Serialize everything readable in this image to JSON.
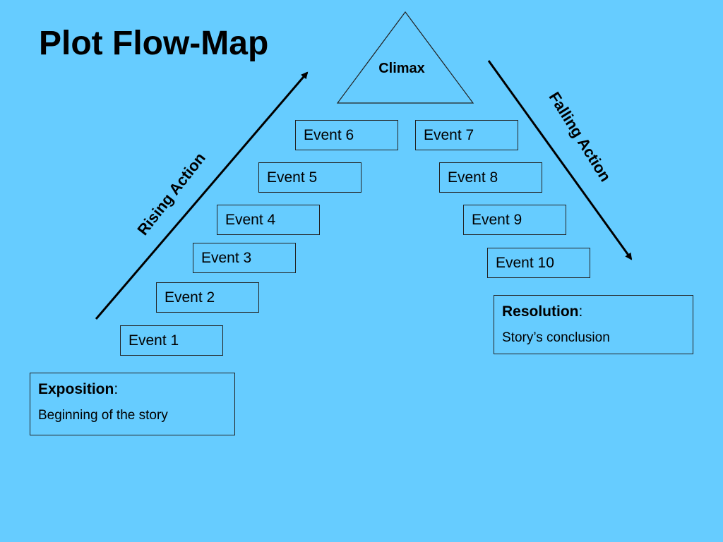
{
  "slide": {
    "title": "Plot Flow-Map",
    "background": "#66CCFF",
    "climax_label": "Climax",
    "rising_label": "Rising Action",
    "falling_label": "Falling Action",
    "events": {
      "e1": "Event 1",
      "e2": "Event 2",
      "e3": "Event 3",
      "e4": "Event 4",
      "e5": "Event 5",
      "e6": "Event 6",
      "e7": "Event 7",
      "e8": "Event 8",
      "e9": "Event 9",
      "e10": "Event 10"
    },
    "exposition": {
      "heading": "Exposition",
      "colon": ":",
      "text": "Beginning of the story"
    },
    "resolution": {
      "heading": "Resolution",
      "colon": ":",
      "text": "Story’s conclusion"
    }
  }
}
